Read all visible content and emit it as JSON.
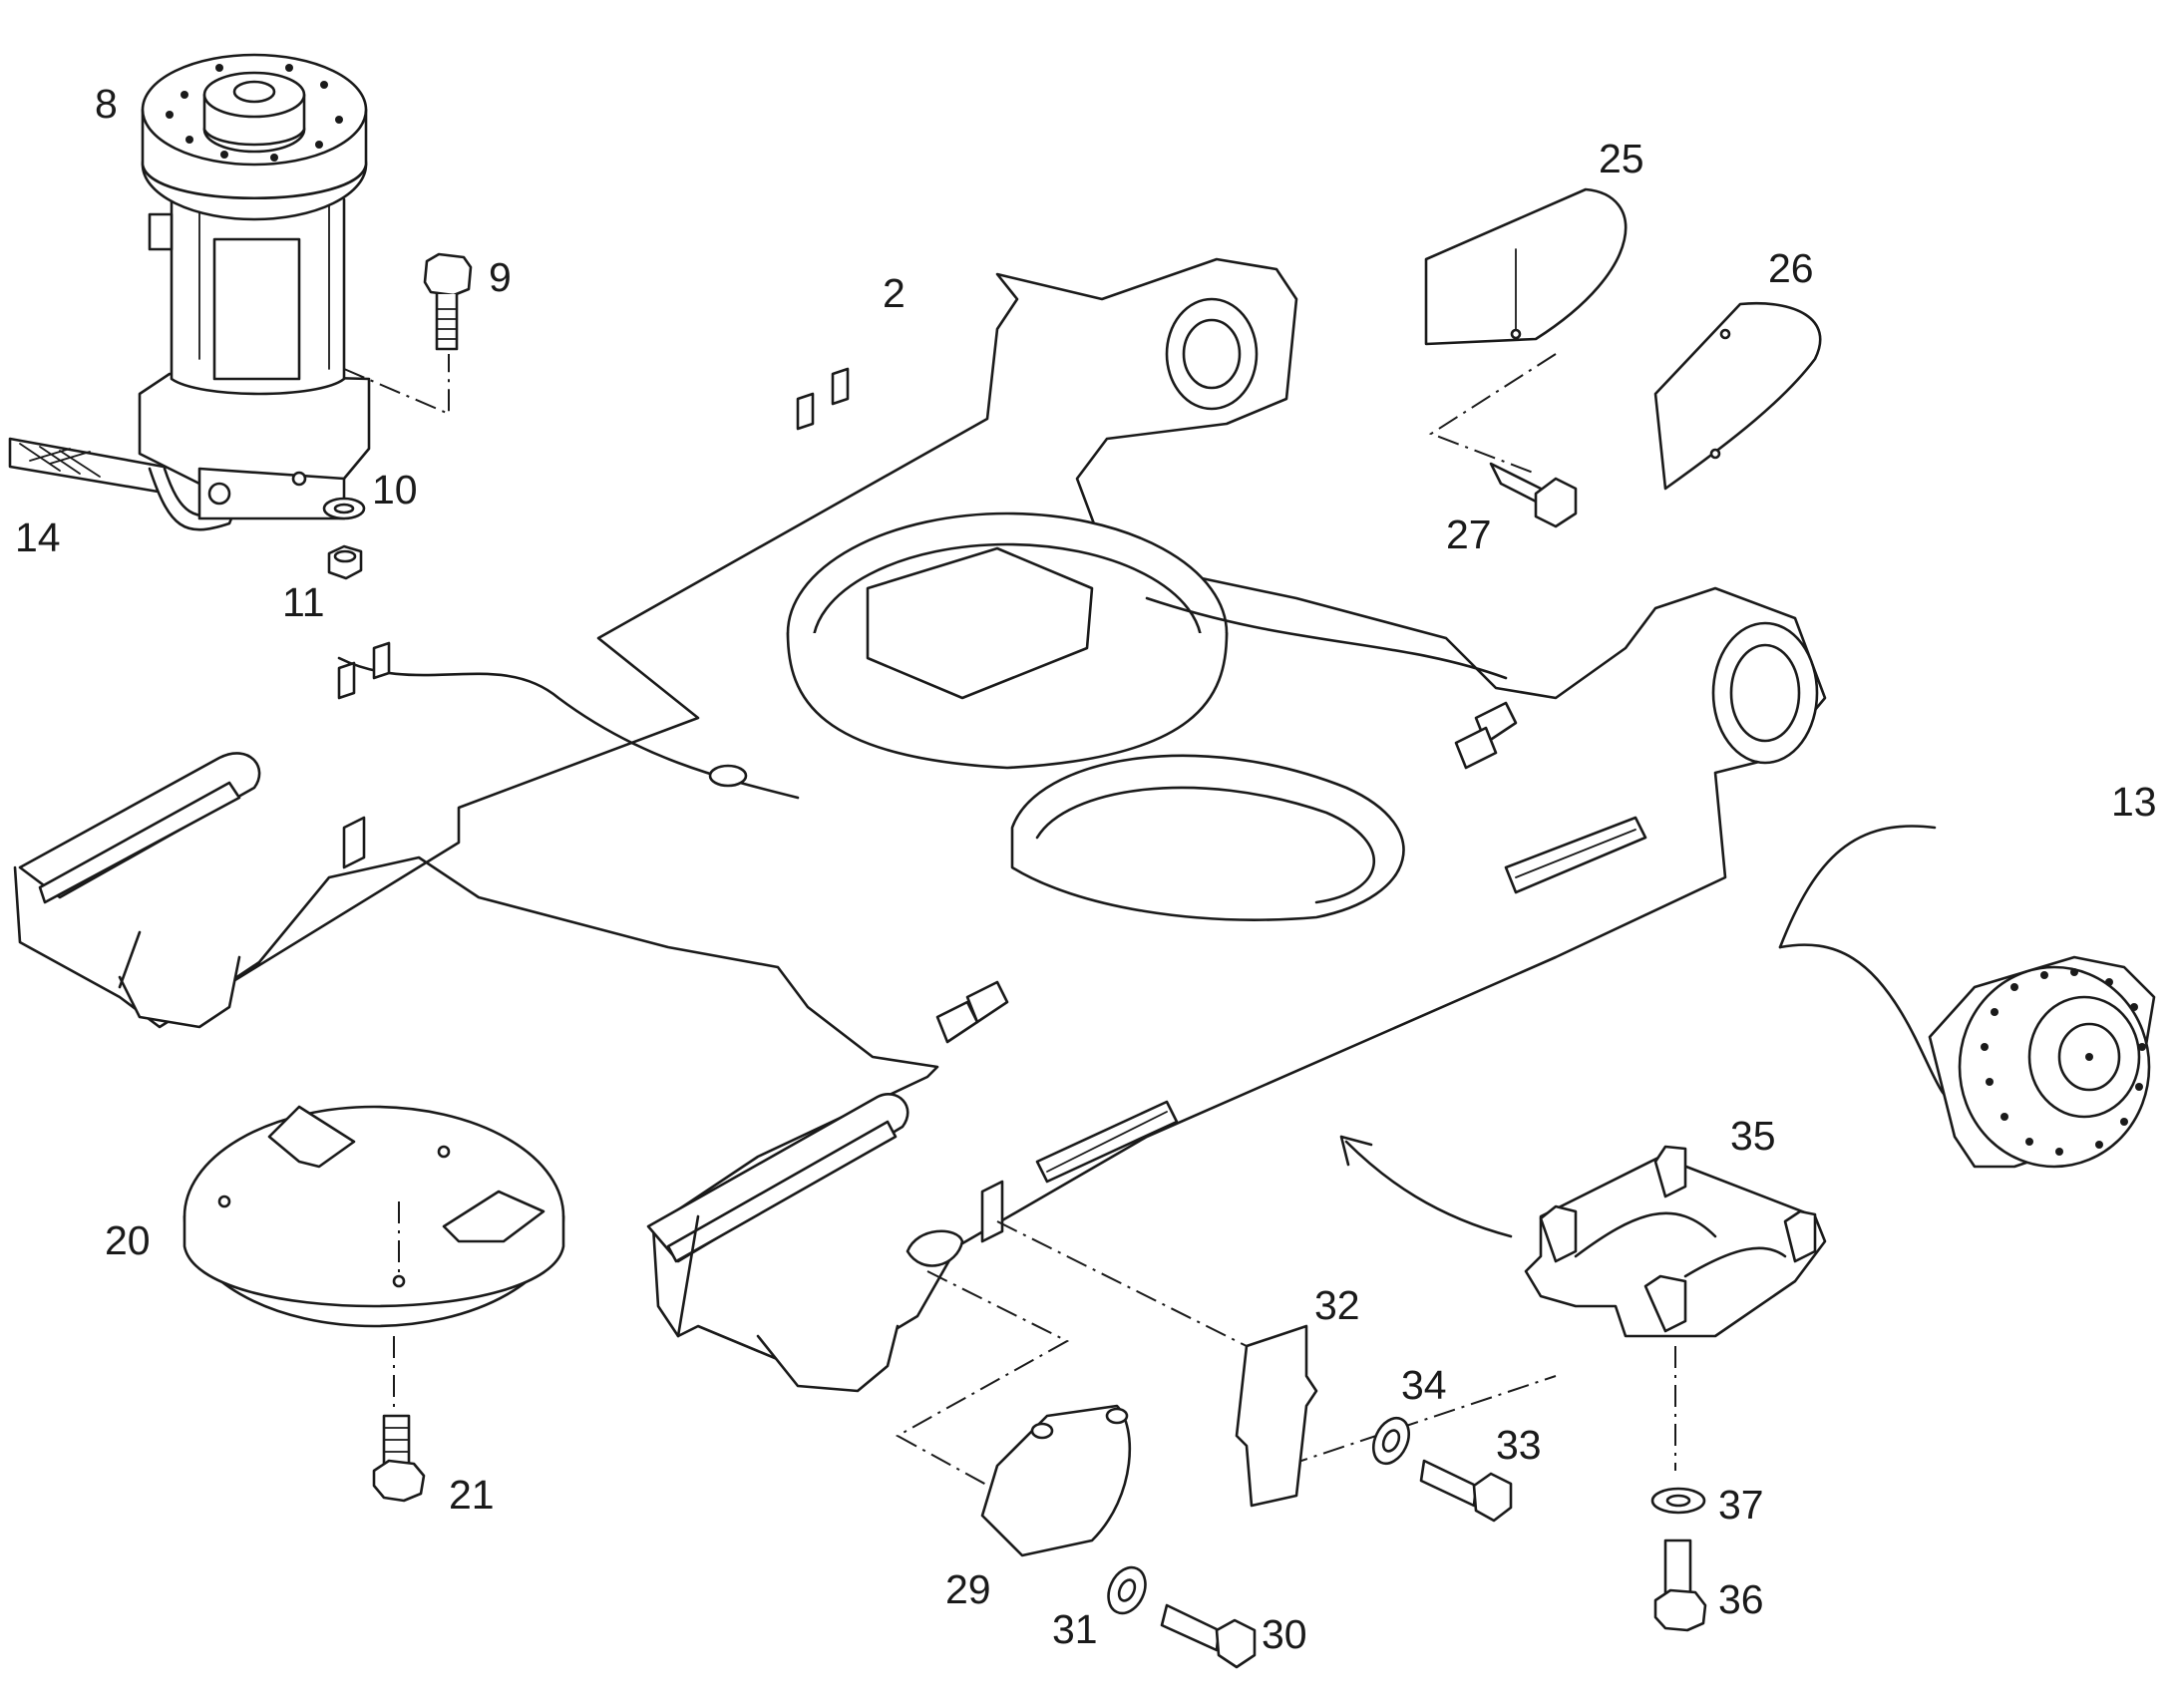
{
  "diagram": {
    "callouts": [
      {
        "id": "8",
        "text": "8"
      },
      {
        "id": "9",
        "text": "9"
      },
      {
        "id": "10",
        "text": "10"
      },
      {
        "id": "11",
        "text": "11"
      },
      {
        "id": "14",
        "text": "14"
      },
      {
        "id": "2",
        "text": "2"
      },
      {
        "id": "25",
        "text": "25"
      },
      {
        "id": "26",
        "text": "26"
      },
      {
        "id": "27",
        "text": "27"
      },
      {
        "id": "13",
        "text": "13"
      },
      {
        "id": "35",
        "text": "35"
      },
      {
        "id": "20",
        "text": "20"
      },
      {
        "id": "21",
        "text": "21"
      },
      {
        "id": "32",
        "text": "32"
      },
      {
        "id": "34",
        "text": "34"
      },
      {
        "id": "33",
        "text": "33"
      },
      {
        "id": "29",
        "text": "29"
      },
      {
        "id": "31",
        "text": "31"
      },
      {
        "id": "30",
        "text": "30"
      },
      {
        "id": "37",
        "text": "37"
      },
      {
        "id": "36",
        "text": "36"
      }
    ]
  }
}
